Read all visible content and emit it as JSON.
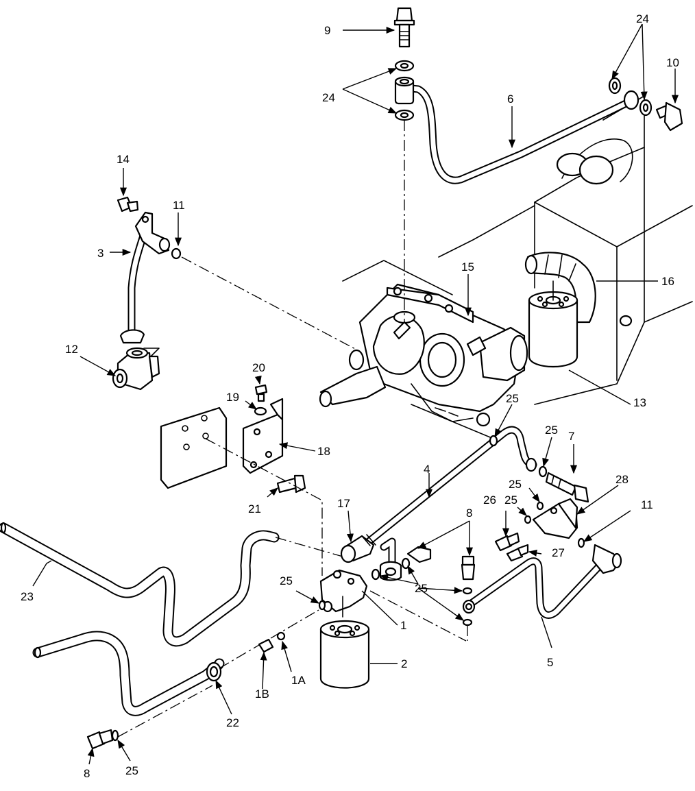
{
  "callouts": {
    "c1": "1",
    "c1a": "1A",
    "c1b": "1B",
    "c2": "2",
    "c3": "3",
    "c4": "4",
    "c5": "5",
    "c6": "6",
    "c7": "7",
    "c8a": "8",
    "c8b": "8",
    "c9": "9",
    "c10": "10",
    "c11a": "11",
    "c11b": "11",
    "c12": "12",
    "c13": "13",
    "c14": "14",
    "c15": "15",
    "c16": "16",
    "c17": "17",
    "c18": "18",
    "c19": "19",
    "c20": "20",
    "c21": "21",
    "c22": "22",
    "c23": "23",
    "c24a": "24",
    "c24b": "24",
    "c25a": "25",
    "c25b": "25",
    "c25c": "25",
    "c25d": "25",
    "c25e": "25",
    "c25f": "25",
    "c26": "26",
    "c27": "27",
    "c28": "28"
  }
}
